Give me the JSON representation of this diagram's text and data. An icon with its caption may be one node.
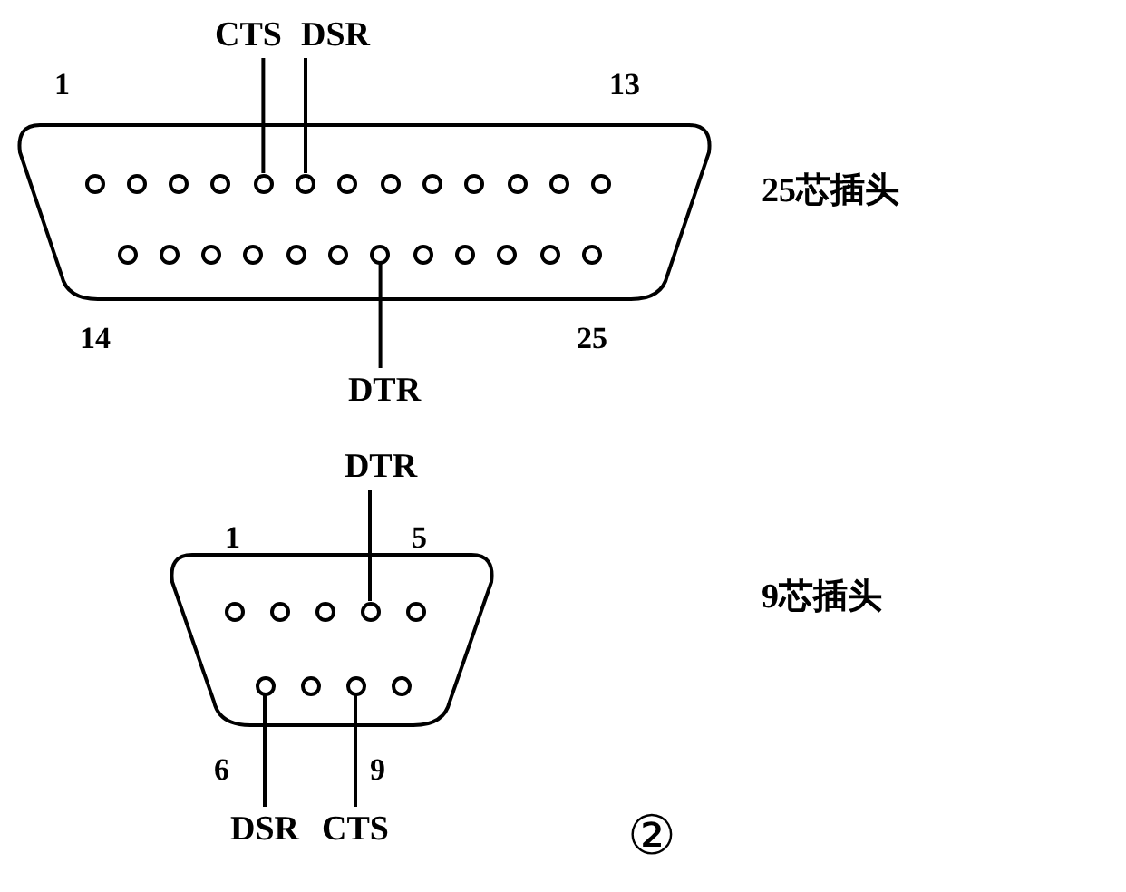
{
  "diagram": {
    "nodes": [
      {
        "text": [
          "CTS"
        ]
      },
      {
        "text": [
          "DSR"
        ]
      },
      {
        "text": [],
        "shape": "trapezoid"
      },
      {
        "text": [],
        "shape": "circle",
        "in": 2
      },
      {
        "text": [],
        "shape": "circle",
        "in": 2
      },
      {
        "text": [],
        "shape": "circle",
        "in": 2
      },
      {
        "text": [],
        "shape": "circle",
        "in": 2
      },
      {
        "text": [],
        "shape": "circle",
        "in": 2
      },
      {
        "text": [],
        "shape": "circle",
        "in": 2
      },
      {
        "text": [],
        "shape": "circle",
        "in": 2
      },
      {
        "text": [],
        "shape": "circle",
        "in": 2
      },
      {
        "text": [],
        "shape": "circle",
        "in": 2
      },
      {
        "text": [],
        "shape": "circle",
        "in": 2
      },
      {
        "text": [],
        "shape": "circle",
        "in": 2
      },
      {
        "text": [],
        "shape": "circle",
        "in": 2
      },
      {
        "text": [],
        "shape": "circle",
        "in": 2
      },
      {
        "text": [],
        "shape": "circle",
        "in": 2
      },
      {
        "text": [],
        "shape": "circle",
        "in": 2
      },
      {
        "text": [],
        "shape": "circle",
        "in": 2
      },
      {
        "text": [],
        "shape": "circle",
        "in": 2
      },
      {
        "text": [],
        "shape": "circle",
        "in": 2
      },
      {
        "text": [],
        "shape": "circle",
        "in": 2
      },
      {
        "text": [],
        "shape": "circle",
        "in": 2
      },
      {
        "text": [],
        "shape": "circle",
        "in": 2
      },
      {
        "text": [],
        "shape": "circle",
        "in": 2
      },
      {
        "text": [],
        "shape": "circle",
        "in": 2
      },
      {
        "text": [],
        "shape": "circle",
        "in": 2
      },
      {
        "text": [],
        "shape": "circle",
        "in": 2
      },
      {
        "text": [
          "DTR"
        ]
      },
      {
        "text": [
          "DTR"
        ]
      },
      {
        "text": [],
        "shape": "trapezoid"
      },
      {
        "text": [],
        "shape": "circle",
        "in": 30
      },
      {
        "text": [],
        "shape": "circle",
        "in": 30
      },
      {
        "text": [],
        "shape": "circle",
        "in": 30
      },
      {
        "text": [],
        "shape": "circle",
        "in": 30
      },
      {
        "text": [],
        "shape": "circle",
        "in": 30
      },
      {
        "text": [],
        "shape": "circle",
        "in": 30
      },
      {
        "text": [],
        "shape": "circle",
        "in": 30
      },
      {
        "text": [],
        "shape": "circle",
        "in": 30
      },
      {
        "text": [],
        "shape": "circle",
        "in": 30
      },
      {
        "text": [
          "DSR"
        ]
      },
      {
        "text": [
          "CTS"
        ]
      }
    ],
    "edges": [
      {
        "from": 0,
        "to": 7,
        "arrow": "none"
      },
      {
        "from": 1,
        "to": 8,
        "arrow": "none"
      },
      {
        "from": 28,
        "to": 22,
        "arrow": "none"
      },
      {
        "from": 29,
        "to": 34,
        "arrow": "none"
      },
      {
        "from": 40,
        "to": 36,
        "arrow": "none"
      },
      {
        "from": 41,
        "to": 38,
        "arrow": "none"
      }
    ],
    "labels": [
      "1",
      "13",
      "25芯插头",
      "14",
      "25",
      "1",
      "5",
      "9芯插头",
      "6",
      "9",
      "②"
    ]
  }
}
